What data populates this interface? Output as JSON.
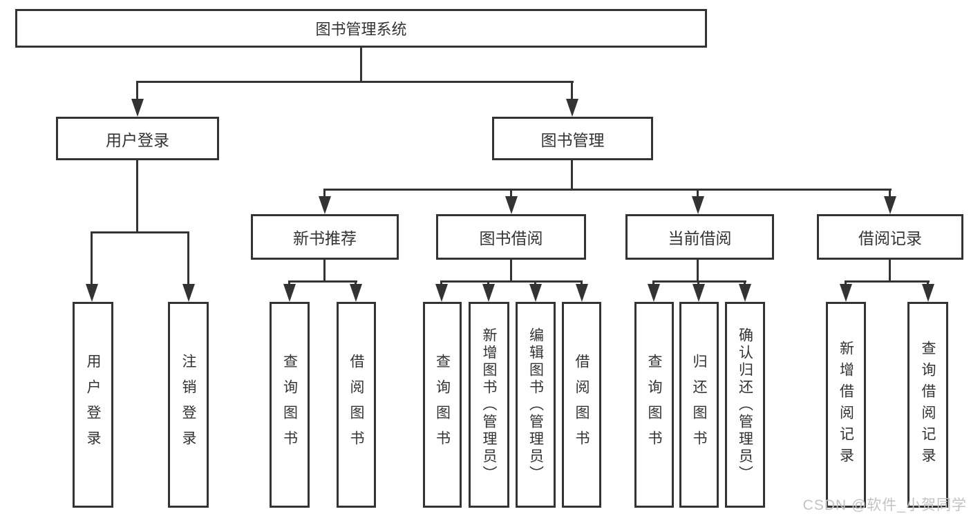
{
  "watermark": "CSDN @软件_小贺同学",
  "colors": {
    "line": "#333333",
    "box_border": "#333333",
    "background": "#ffffff",
    "watermark": "#c3c3c3"
  },
  "diagram": {
    "root": {
      "label": "图书管理系统"
    },
    "branches": [
      {
        "label": "用户登录",
        "children": [
          {
            "label": "用户登录"
          },
          {
            "label": "注销登录"
          }
        ]
      },
      {
        "label": "图书管理",
        "children": [
          {
            "label": "新书推荐",
            "children": [
              {
                "label": "查询图书"
              },
              {
                "label": "借阅图书"
              }
            ]
          },
          {
            "label": "图书借阅",
            "children": [
              {
                "label": "查询图书"
              },
              {
                "label": "新增图书（管理员）"
              },
              {
                "label": "编辑图书（管理员）"
              },
              {
                "label": "借阅图书"
              }
            ]
          },
          {
            "label": "当前借阅",
            "children": [
              {
                "label": "查询图书"
              },
              {
                "label": "归还图书"
              },
              {
                "label": "确认归还（管理员）"
              }
            ]
          },
          {
            "label": "借阅记录",
            "children": [
              {
                "label": "新增借阅记录"
              },
              {
                "label": "查询借阅记录"
              }
            ]
          }
        ]
      }
    ]
  }
}
